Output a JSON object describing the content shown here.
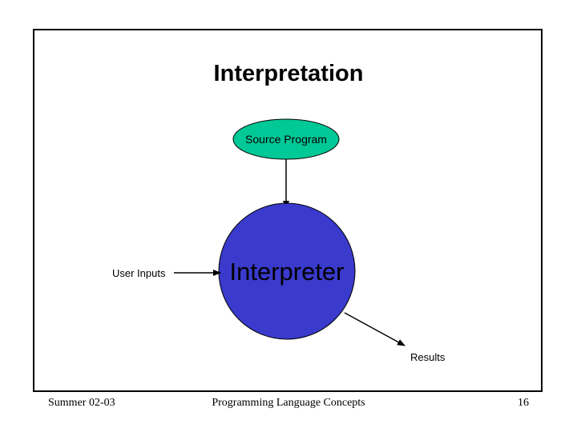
{
  "title": "Interpretation",
  "nodes": {
    "source_program": {
      "label": "Source Program",
      "fill": "#00c896"
    },
    "interpreter": {
      "label": "Interpreter",
      "fill": "#3a3acc"
    },
    "user_inputs": {
      "label": "User Inputs"
    },
    "results": {
      "label": "Results"
    }
  },
  "footer": {
    "left": "Summer 02-03",
    "center": "Programming Language Concepts",
    "page_number": "16"
  }
}
